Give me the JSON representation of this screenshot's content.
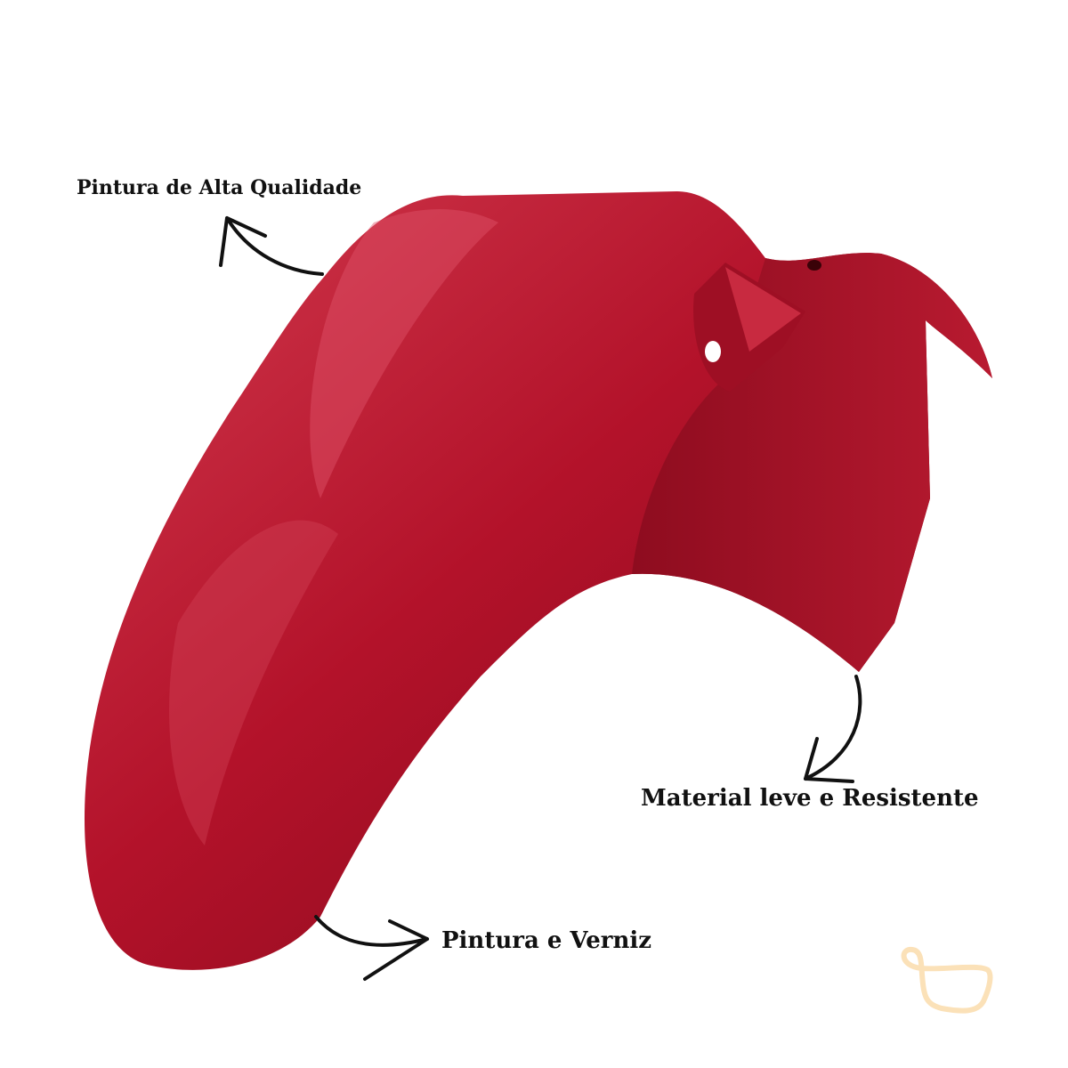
{
  "annotations": {
    "top_left": "Pintura de Alta Qualidade",
    "right": "Material leve e Resistente",
    "bottom": "Pintura e Verniz"
  },
  "colors": {
    "fender_base": "#b3122a",
    "fender_dark": "#6e0616",
    "fender_highlight": "#e0556a",
    "arrow": "#111111",
    "logo": "#fbe1b8"
  },
  "icons": [
    "arrow-up-left-icon",
    "arrow-down-left-icon",
    "arrow-right-icon",
    "shopping-basket-logo-icon"
  ]
}
